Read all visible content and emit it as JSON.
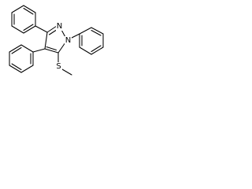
{
  "molecule": {
    "atoms": {
      "nitrogen_2": "N",
      "nitrogen_1": "N",
      "sulfur": "S"
    }
  }
}
